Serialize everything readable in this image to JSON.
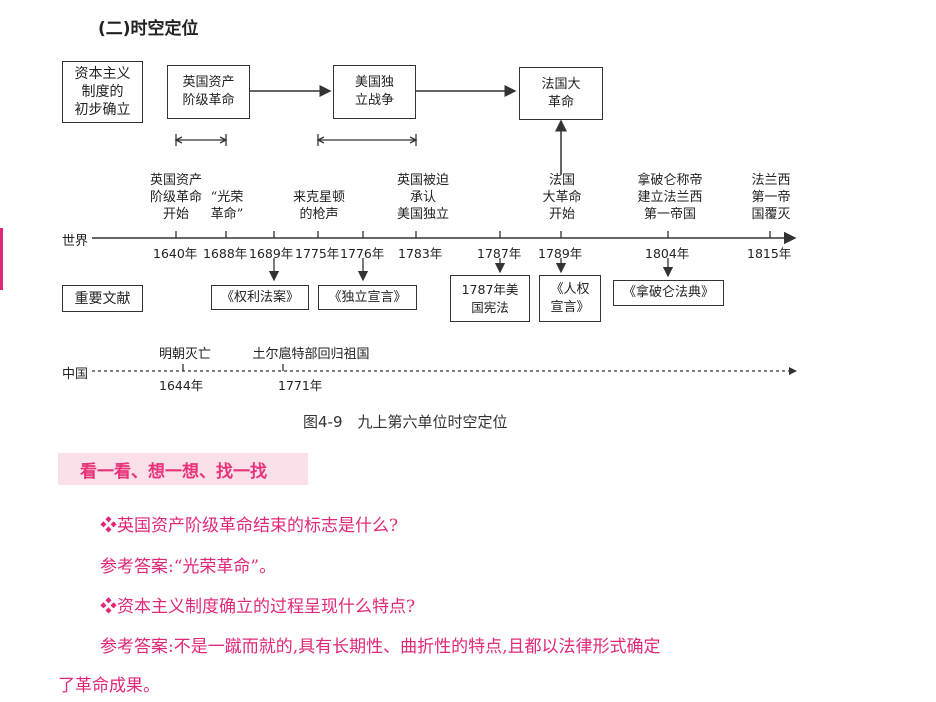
{
  "section_title": "(二)时空定位",
  "top_left_box": "资本主义\n制度的\n初步确立",
  "top_boxes": [
    "英国资产\n阶级革命",
    "美国独\n立战争",
    "法国大\n革命"
  ],
  "world_label": "世界",
  "china_label": "中国",
  "docs_label": "重要文献",
  "events_above": [
    "英国资产\n阶级革命\n开始",
    "“光荣\n革命”",
    "来克星顿\n的枪声",
    "英国被迫\n承认\n美国独立",
    "法国\n大革命\n开始",
    "拿破仑称帝\n建立法兰西\n第一帝国",
    "法兰西\n第一帝\n国覆灭"
  ],
  "years": [
    "1640年",
    "1688年",
    "1689年",
    "1775年",
    "1776年",
    "1783年",
    "1787年",
    "1789年",
    "1804年",
    "1815年"
  ],
  "documents": [
    "《权利法案》",
    "《独立宣言》",
    "1787年美\n国宪法",
    "《人权\n宣言》",
    "《拿破仑法典》"
  ],
  "china_events": [
    "明朝灭亡",
    "土尔扈特部回归祖国"
  ],
  "china_years": [
    "1644年",
    "1771年"
  ],
  "caption": "图4-9　九上第六单位时空定位",
  "banner": "看一看、想一想、找一找",
  "qa": [
    "❖英国资产阶级革命结束的标志是什么?",
    "参考答案:“光荣革命”。",
    "❖资本主义制度确立的过程呈现什么特点?",
    "参考答案:不是一蹴而就的,具有长期性、曲折性的特点,且都以法律形式确定",
    "了革命成果。"
  ],
  "colors": {
    "accent": "#e0287a",
    "banner_bg": "#fbe0ea"
  }
}
